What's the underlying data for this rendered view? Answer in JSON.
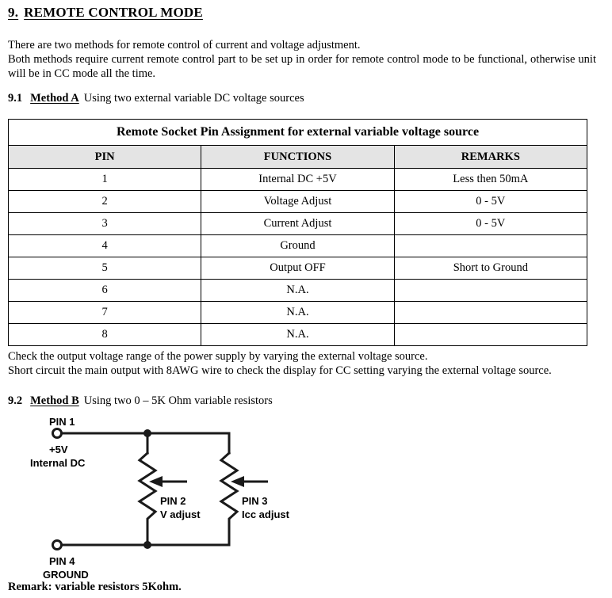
{
  "heading": {
    "number": "9.",
    "title": "REMOTE CONTROL MODE"
  },
  "intro": {
    "line1": "There are two methods for remote control of current and voltage adjustment.",
    "line2": "Both methods require current remote control part to be set up in order for remote control mode to be functional, otherwise unit will be in CC mode all the time."
  },
  "method_a": {
    "number": "9.1",
    "name": "Method A",
    "description": "Using two external variable DC voltage sources"
  },
  "table": {
    "title": "Remote Socket Pin Assignment for external variable voltage source",
    "headers": [
      "PIN",
      "FUNCTIONS",
      "REMARKS"
    ],
    "rows": [
      {
        "pin": "1",
        "function": "Internal DC +5V",
        "remarks": "Less then 50mA"
      },
      {
        "pin": "2",
        "function": "Voltage Adjust",
        "remarks": "0 - 5V"
      },
      {
        "pin": "3",
        "function": "Current Adjust",
        "remarks": "0 - 5V"
      },
      {
        "pin": "4",
        "function": "Ground",
        "remarks": ""
      },
      {
        "pin": "5",
        "function": "Output OFF",
        "remarks": "Short to Ground"
      },
      {
        "pin": "6",
        "function": "N.A.",
        "remarks": ""
      },
      {
        "pin": "7",
        "function": "N.A.",
        "remarks": ""
      },
      {
        "pin": "8",
        "function": "N.A.",
        "remarks": ""
      }
    ],
    "header_bg": "#e4e4e4",
    "border_color": "#000000"
  },
  "check_text": {
    "line1": "Check the output voltage range of the power supply by varying the external voltage source.",
    "line2": "Short circuit the main output with 8AWG wire to check the display for CC setting varying the external voltage source."
  },
  "method_b": {
    "number": "9.2",
    "name": "Method B",
    "description": "Using two 0 – 5K Ohm variable resistors"
  },
  "circuit": {
    "pin1_label": "PIN 1",
    "pin1_sub1": "+5V",
    "pin1_sub2": "Internal DC",
    "pin4_label": "PIN 4",
    "pin4_sub": "GROUND",
    "r1_label": "PIN 2",
    "r1_sub": "V adjust",
    "r2_label": "PIN 3",
    "r2_sub": "Icc adjust",
    "stroke_color": "#1a1a1a"
  },
  "remark": "Remark: variable resistors 5Kohm."
}
